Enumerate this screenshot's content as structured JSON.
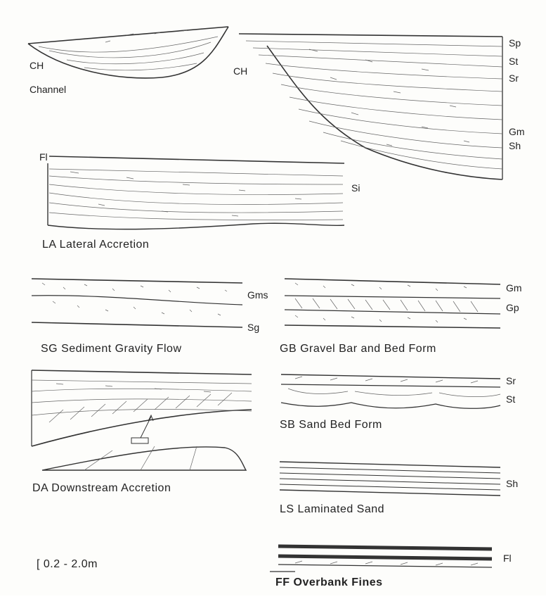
{
  "colors": {
    "ink": "#222222",
    "paper": "#fdfdfb"
  },
  "ch_channel": {
    "code": "CH",
    "name": "Channel"
  },
  "ch_right": {
    "code": "CH",
    "facies": [
      "Sp",
      "St",
      "Sr",
      "Gm",
      "Sh"
    ]
  },
  "la": {
    "top_facies": "Fl",
    "side_facies": "Si",
    "caption": "LA Lateral Accretion"
  },
  "sg": {
    "facies": [
      "Gms",
      "Sg"
    ],
    "caption": "SG Sediment Gravity Flow"
  },
  "gb": {
    "facies": [
      "Gm",
      "Gp"
    ],
    "caption": "GB Gravel Bar and Bed Form"
  },
  "da": {
    "caption": "DA Downstream Accretion"
  },
  "sb": {
    "facies": [
      "Sr",
      "St"
    ],
    "caption": "SB Sand Bed Form"
  },
  "ls": {
    "facies": [
      "Sh"
    ],
    "caption": "LS Laminated Sand"
  },
  "ff": {
    "facies": [
      "Fl"
    ],
    "caption": "FF Overbank Fines"
  },
  "scale": {
    "label": "[ 0.2 - 2.0m"
  }
}
